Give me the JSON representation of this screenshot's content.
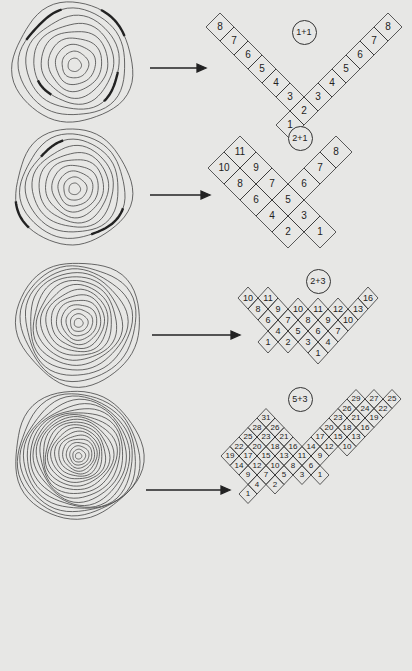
{
  "diagram": {
    "nodes": [
      {
        "text": [
          "1+1"
        ]
      },
      {
        "text": [
          "2+1"
        ]
      },
      {
        "text": [
          "2+3"
        ]
      },
      {
        "text": [
          "5+3"
        ]
      }
    ],
    "labels": [
      "8",
      "8",
      "7",
      "7",
      "6",
      "6",
      "5",
      "5",
      "4",
      "4",
      "3",
      "3",
      "2",
      "1",
      "11",
      "8",
      "10",
      "9",
      "7",
      "8",
      "7",
      "6",
      "6",
      "5",
      "4",
      "3",
      "2",
      "1",
      "10",
      "11",
      "16",
      "8",
      "9",
      "10",
      "11",
      "12",
      "13",
      "6",
      "7",
      "8",
      "9",
      "10",
      "4",
      "5",
      "6",
      "7",
      "1",
      "2",
      "3",
      "4",
      "1",
      "29",
      "27",
      "25",
      "26",
      "24",
      "22",
      "31",
      "23",
      "21",
      "19",
      "28",
      "26",
      "20",
      "18",
      "16",
      "25",
      "23",
      "21",
      "17",
      "15",
      "13",
      "22",
      "20",
      "18",
      "16",
      "14",
      "12",
      "10",
      "19",
      "17",
      "15",
      "13",
      "11",
      "9",
      "14",
      "12",
      "10",
      "8",
      "6",
      "9",
      "7",
      "5",
      "3",
      "1",
      "4",
      "2",
      "1"
    ]
  }
}
